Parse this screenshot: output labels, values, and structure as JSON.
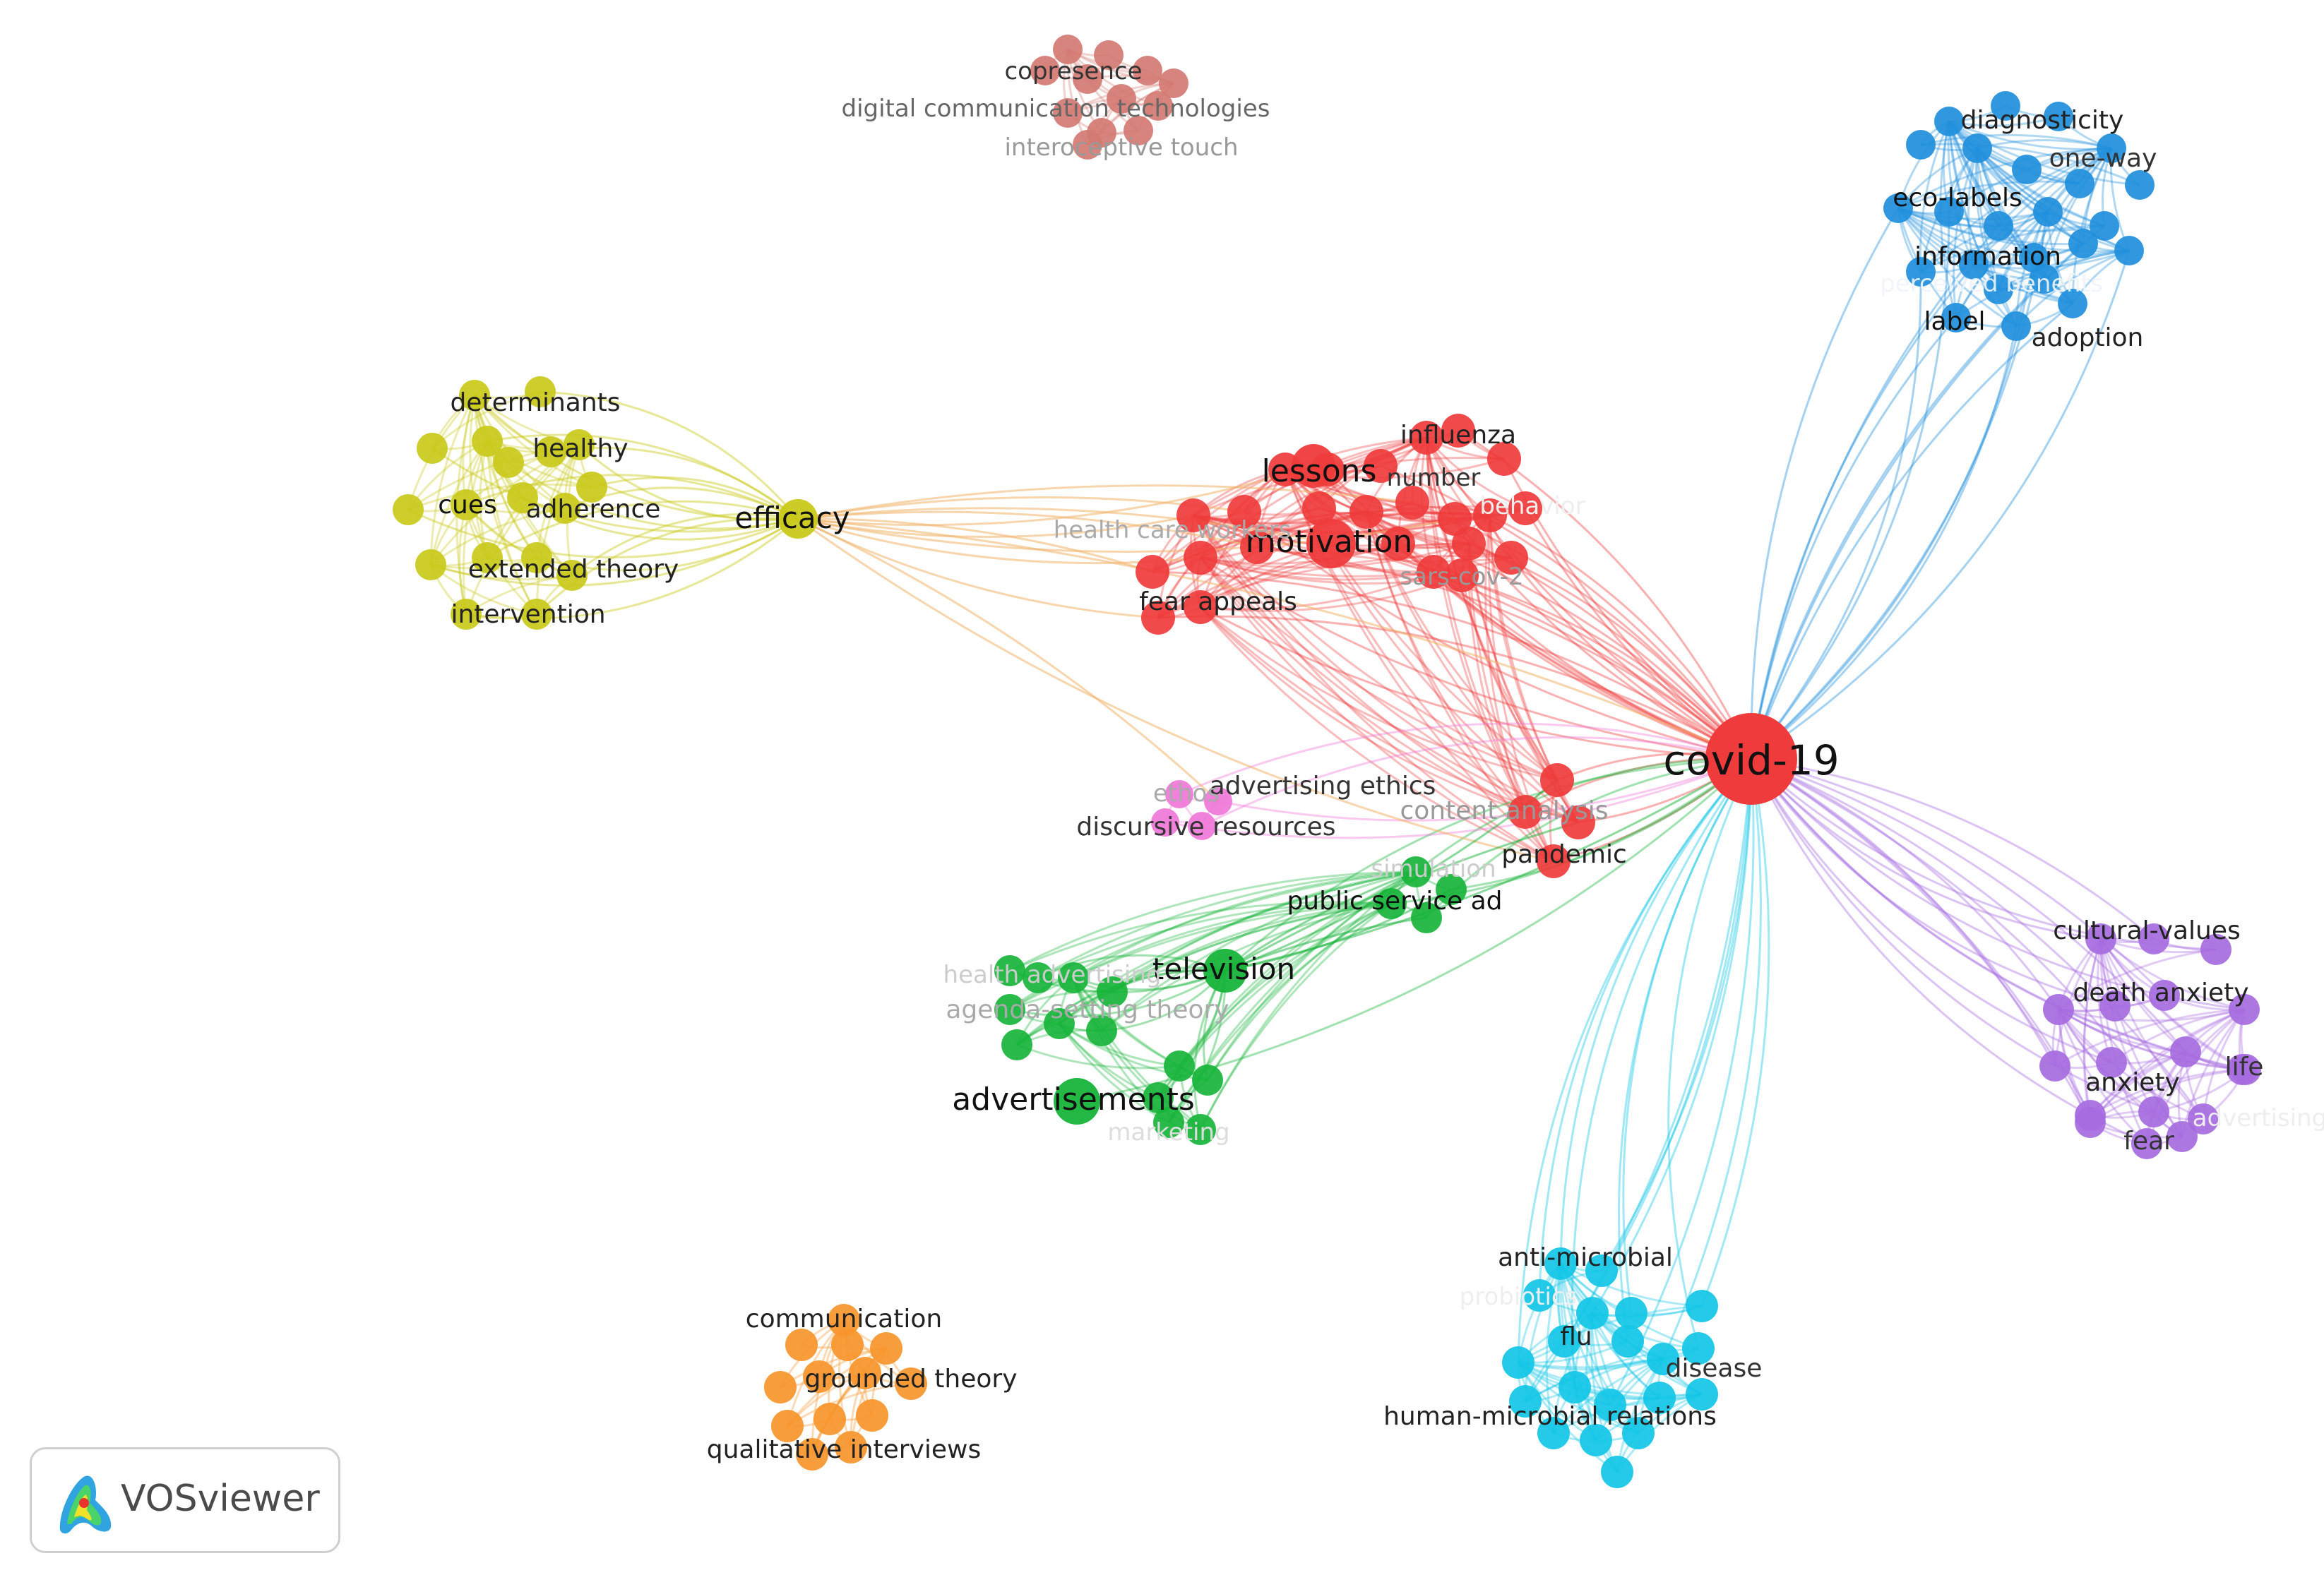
{
  "brand": {
    "name": "VOSviewer",
    "logo_icon": "vosviewer-logo-icon"
  },
  "clusters": [
    {
      "id": "brown",
      "color": "#d27a72"
    },
    {
      "id": "blue",
      "color": "#1f8fdc"
    },
    {
      "id": "yellow",
      "color": "#c9c91a"
    },
    {
      "id": "red",
      "color": "#ef3b3b"
    },
    {
      "id": "pink",
      "color": "#ef77d8"
    },
    {
      "id": "green",
      "color": "#17b43a"
    },
    {
      "id": "purple",
      "color": "#a66be0"
    },
    {
      "id": "cyan",
      "color": "#12c6e6"
    },
    {
      "id": "orange",
      "color": "#f7952b"
    }
  ],
  "hub": {
    "label": "covid-19",
    "cluster": "red"
  },
  "labels": {
    "brown": [
      "copresence",
      "digital communication technologies",
      "interoceptive touch"
    ],
    "blue": [
      "diagnosticity",
      "one-way",
      "eco-labels",
      "information",
      "label",
      "adoption",
      "perceived benefits"
    ],
    "yellow": [
      "determinants",
      "healthy",
      "cues",
      "adherence",
      "extended theory",
      "intervention",
      "efficacy"
    ],
    "red": [
      "influenza",
      "lessons",
      "number",
      "motivation",
      "health care workers",
      "behavior",
      "sars-cov-2",
      "fear appeals",
      "content analysis",
      "pandemic"
    ],
    "pink": [
      "advertising ethics",
      "ethos",
      "discursive resources"
    ],
    "green": [
      "simulation",
      "public service ad",
      "television",
      "health advertising",
      "agenda-setting theory",
      "advertisements",
      "marketing"
    ],
    "purple": [
      "cultural-values",
      "death anxiety",
      "life",
      "anxiety",
      "fear",
      "advertising"
    ],
    "cyan": [
      "anti-microbial",
      "probiotics",
      "flu",
      "disease",
      "human-microbial relations"
    ],
    "orange": [
      "communication",
      "grounded theory",
      "qualitative interviews"
    ]
  }
}
